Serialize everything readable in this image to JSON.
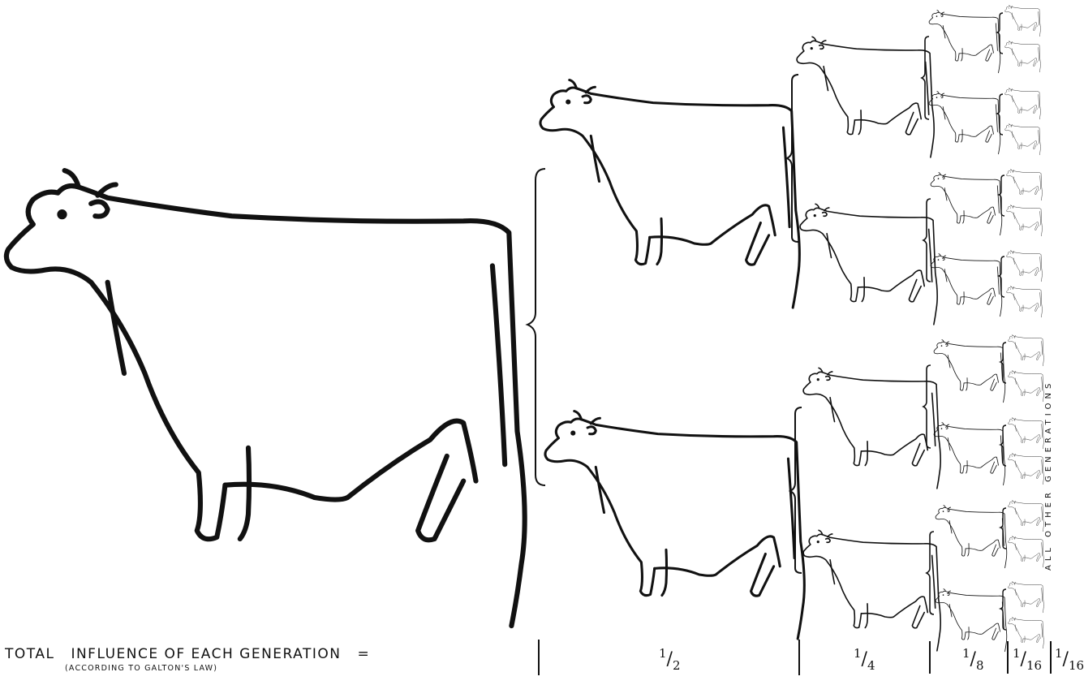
{
  "footer": {
    "total_word": "TOTAL",
    "influence_text": "INFLUENCE OF EACH GENERATION",
    "equals": "=",
    "subtitle": "(ACCORDING TO GALTON'S LAW)"
  },
  "fractions": [
    {
      "num": "1",
      "den": "2"
    },
    {
      "num": "1",
      "den": "4"
    },
    {
      "num": "1",
      "den": "8"
    },
    {
      "num": "1",
      "den": "16"
    },
    {
      "num": "1",
      "den": "16"
    }
  ],
  "side_label": "ALL OTHER GENERATIONS"
}
